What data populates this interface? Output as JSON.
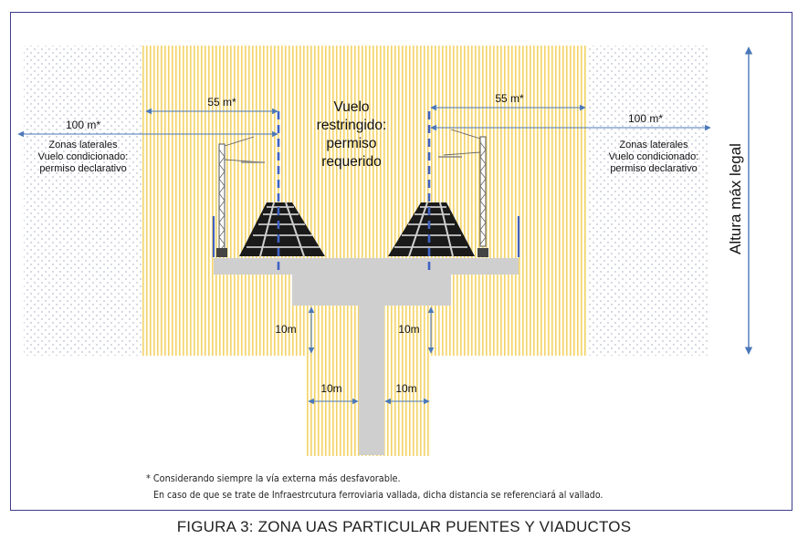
{
  "diagram": {
    "dist_left_55": "55 m*",
    "dist_right_55": "55 m*",
    "dist_left_100": "100 m*",
    "dist_right_100": "100 m*",
    "center_label": [
      "Vuelo",
      "restringido:",
      "permiso",
      "requerido"
    ],
    "lateral_left": [
      "Zonas laterales",
      "Vuelo condicionado:",
      "permiso declarativo"
    ],
    "lateral_right": [
      "Zonas laterales",
      "Vuelo condicionado:",
      "permiso declarativo"
    ],
    "height_label": "Altura máx legal",
    "dim_10m_left_vertical": "10m",
    "dim_10m_right_vertical": "10m",
    "dim_10m_left_horizontal": "10m",
    "dim_10m_right_horizontal": "10m"
  },
  "notes": {
    "note1": "* Considerando siempre la vía externa más desfavorable.",
    "note2": "En caso de que se trate de Infraestrcutura ferroviaria vallada, dicha distancia se referenciará al vallado."
  },
  "caption": "FIGURA 3: ZONA UAS PARTICULAR PUENTES Y VIADUCTOS",
  "colors": {
    "hatch_yellow": "#f3d36a",
    "dim_blue": "#4a78b8",
    "track_dash_blue": "#3f63c4",
    "dot_gray": "#9aa0b8",
    "concrete": "#cfcfcf",
    "frame": "#3c3c8e"
  }
}
